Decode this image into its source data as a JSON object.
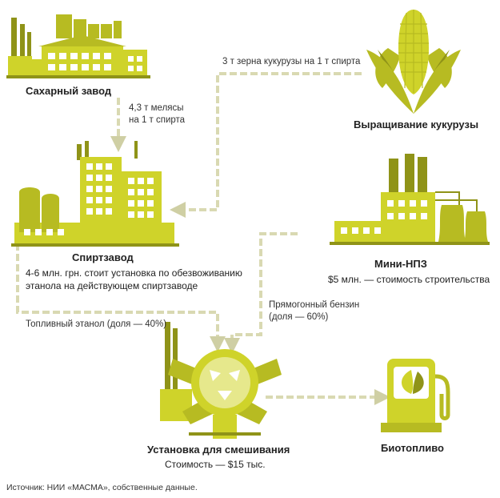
{
  "nodes": {
    "sugar_plant": {
      "title": "Сахарный завод"
    },
    "corn": {
      "title": "Выращивание кукурузы"
    },
    "distillery": {
      "title": "Спиртзавод",
      "desc_line1": "4-6 млн. грн. стоит установка по обезвоживанию",
      "desc_line2": "этанола на действующем спиртзаводе"
    },
    "refinery": {
      "title": "Мини-НПЗ",
      "desc": "$5 млн. — стоимость строительства"
    },
    "mixer": {
      "title": "Установка для смешивания",
      "desc": "Стоимость — $15 тыс."
    },
    "biofuel": {
      "title": "Биотопливо"
    }
  },
  "flows": {
    "molasses_line1": "4,3 т мелясы",
    "molasses_line2": "на 1 т спирта",
    "corn_grain": "3 т зерна кукурузы на 1 т спирта",
    "ethanol": "Топливный этанол (доля — 40%)",
    "gasoline_line1": "Прямогонный бензин",
    "gasoline_line2": "(доля — 60%)"
  },
  "source": "Источник: НИИ «МАСМА», собственные данные.",
  "colors": {
    "primary": "#cfd32a",
    "dark": "#8f9318",
    "light": "#e6e88c",
    "arrow": "#dcdcb4"
  }
}
